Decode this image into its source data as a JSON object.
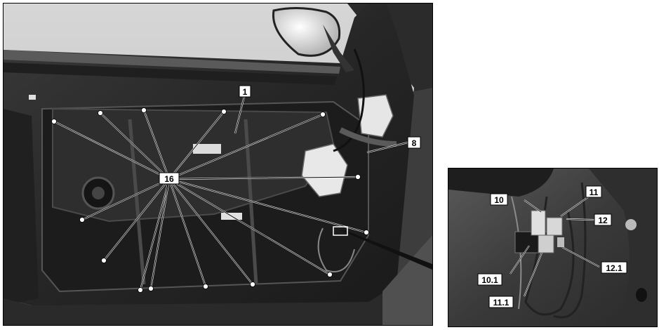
{
  "main_photo": {
    "callouts": [
      {
        "id": "c1",
        "label": "1"
      },
      {
        "id": "c8",
        "label": "8"
      },
      {
        "id": "c16",
        "label": "16"
      }
    ]
  },
  "inset_photo": {
    "callouts": [
      {
        "id": "c10",
        "label": "10"
      },
      {
        "id": "c11",
        "label": "11"
      },
      {
        "id": "c12",
        "label": "12"
      },
      {
        "id": "c10_1",
        "label": "10.1"
      },
      {
        "id": "c11_1",
        "label": "11.1"
      },
      {
        "id": "c12_1",
        "label": "12.1"
      }
    ]
  }
}
